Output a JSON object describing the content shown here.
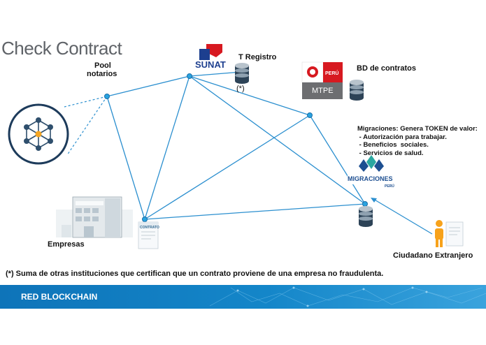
{
  "slide": {
    "title": "Check Contract",
    "footer": "RED BLOCKCHAIN",
    "note": "(*) Suma de otras instituciones que certifican que un contrato proviene de una empresa no fraudulenta."
  },
  "labels": {
    "pool_notarios_1": "Pool",
    "pool_notarios_2": "notarios",
    "t_registro": "T Registro",
    "asterisk": "(*)",
    "bd_contratos": "BD de contratos",
    "empresas": "Empresas",
    "ciudadano": "Ciudadano Extranjero"
  },
  "logos": {
    "sunat": "SUNAT",
    "peru": "PERÚ",
    "mtpe": "MTPE",
    "migraciones": "MIGRACIONES",
    "migraciones_sub": "PERÚ",
    "contrato": "CONTRATO"
  },
  "migraciones_info": {
    "heading": "Migraciones: Genera TOKEN de valor:",
    "items": [
      " - Autorización para trabajar.",
      " - Beneficios  sociales.",
      " - Servicios de salud."
    ]
  },
  "colors": {
    "line": "#2b8fcf",
    "node": "#29a3e0",
    "footer": "#1486c9",
    "sunat_red": "#d71920",
    "sunat_blue": "#1d3f8f",
    "mtpe_grey": "#6d6e71"
  }
}
